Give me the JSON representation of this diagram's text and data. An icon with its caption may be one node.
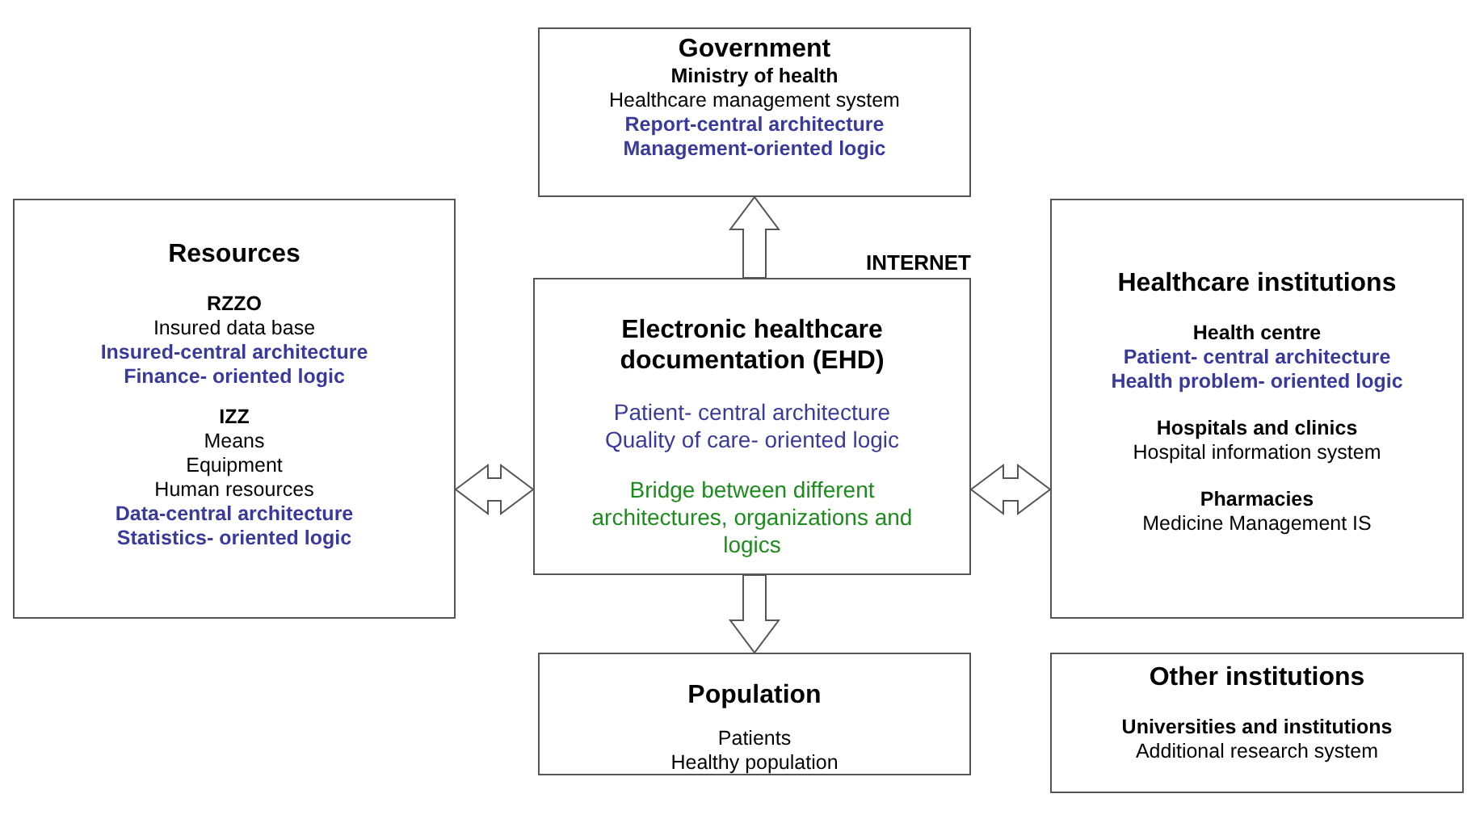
{
  "diagram": {
    "nodes": [
      {
        "text": [
          "Government",
          "Ministry of health",
          "Healthcare management system",
          "Report-central architecture",
          "Management-oriented logic"
        ]
      },
      {
        "text": [
          "Resources",
          "RZZO",
          "Insured data base",
          "Insured-central architecture",
          "Finance- oriented logic",
          "IZZ",
          "Means",
          "Equipment",
          "Human resources",
          "Data-central architecture",
          "Statistics- oriented logic"
        ]
      },
      {
        "text": [
          "Electronic healthcare documentation (EHD)",
          "Patient- central architecture",
          "Quality of care- oriented logic",
          "Bridge between different architectures, organizations and logics"
        ],
        "beside": [
          "INTERNET"
        ]
      },
      {
        "text": [
          "Healthcare institutions",
          "Health centre",
          "Patient- central architecture",
          "Health problem- oriented logic",
          "Hospitals and clinics",
          "Hospital information system",
          "Pharmacies",
          "Medicine Management IS"
        ]
      },
      {
        "text": [
          "Population",
          "Patients",
          "Healthy population"
        ]
      },
      {
        "text": [
          "Other institutions",
          "Universities and institutions",
          "Additional research system"
        ]
      }
    ],
    "edges": [
      {
        "from": 2,
        "to": 0,
        "arrow": "to"
      },
      {
        "from": 1,
        "to": 2,
        "arrow": "both"
      },
      {
        "from": 2,
        "to": 3,
        "arrow": "both"
      },
      {
        "from": 2,
        "to": 4,
        "arrow": "to"
      }
    ]
  }
}
